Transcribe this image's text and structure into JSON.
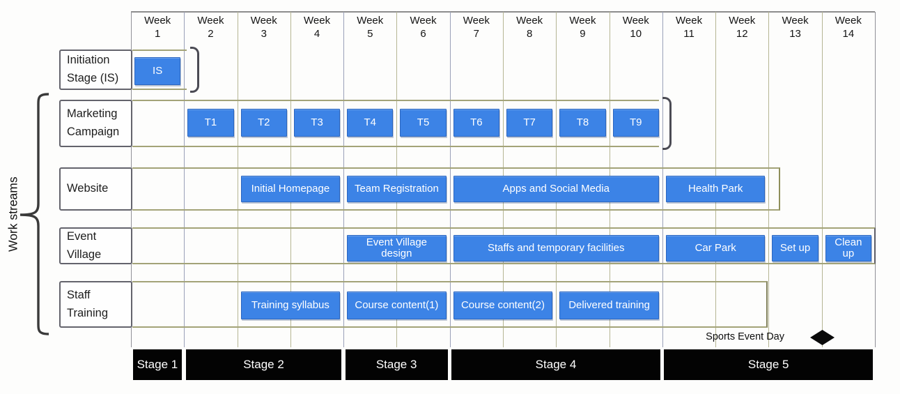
{
  "chart_data": {
    "type": "gantt",
    "title": "",
    "axis_label": "Work streams",
    "week_word": "Week",
    "weeks": [
      "1",
      "2",
      "3",
      "4",
      "5",
      "6",
      "7",
      "8",
      "9",
      "10",
      "11",
      "12",
      "13",
      "14"
    ],
    "rows": [
      {
        "id": "initiation",
        "label": "Initiation Stage (IS)",
        "label_lines": [
          "Initiation",
          "Stage (IS)"
        ]
      },
      {
        "id": "marketing",
        "label": "Marketing Campaign",
        "label_lines": [
          "Marketing",
          "Campaign"
        ]
      },
      {
        "id": "website",
        "label": "Website",
        "label_lines": [
          "Website"
        ]
      },
      {
        "id": "event",
        "label": "Event Village",
        "label_lines": [
          "Event",
          "Village"
        ]
      },
      {
        "id": "staff",
        "label": "Staff Training",
        "label_lines": [
          "Staff",
          "Training"
        ]
      }
    ],
    "bars": [
      {
        "row": "initiation",
        "label": "IS",
        "start": 1,
        "end": 1
      },
      {
        "row": "marketing",
        "label": "T1",
        "start": 2,
        "end": 2
      },
      {
        "row": "marketing",
        "label": "T2",
        "start": 3,
        "end": 3
      },
      {
        "row": "marketing",
        "label": "T3",
        "start": 4,
        "end": 4
      },
      {
        "row": "marketing",
        "label": "T4",
        "start": 5,
        "end": 5
      },
      {
        "row": "marketing",
        "label": "T5",
        "start": 6,
        "end": 6
      },
      {
        "row": "marketing",
        "label": "T6",
        "start": 7,
        "end": 7
      },
      {
        "row": "marketing",
        "label": "T7",
        "start": 8,
        "end": 8
      },
      {
        "row": "marketing",
        "label": "T8",
        "start": 9,
        "end": 9
      },
      {
        "row": "marketing",
        "label": "T9",
        "start": 10,
        "end": 10
      },
      {
        "row": "website",
        "label": "Initial Homepage",
        "start": 3,
        "end": 4
      },
      {
        "row": "website",
        "label": "Team Registration",
        "start": 5,
        "end": 6
      },
      {
        "row": "website",
        "label": "Apps and Social Media",
        "start": 7,
        "end": 10
      },
      {
        "row": "website",
        "label": "Health Park",
        "start": 11,
        "end": 12
      },
      {
        "row": "event",
        "label": "Event Village design",
        "lines": [
          "Event Village",
          "design"
        ],
        "start": 5,
        "end": 6
      },
      {
        "row": "event",
        "label": "Staffs and temporary facilities",
        "start": 7,
        "end": 10
      },
      {
        "row": "event",
        "label": "Car Park",
        "start": 11,
        "end": 12
      },
      {
        "row": "event",
        "label": "Set up",
        "start": 13,
        "end": 13
      },
      {
        "row": "event",
        "label": "Clean up",
        "lines": [
          "Clean",
          "up"
        ],
        "start": 14,
        "end": 14
      },
      {
        "row": "staff",
        "label": "Training syllabus",
        "start": 3,
        "end": 4
      },
      {
        "row": "staff",
        "label": "Course content(1)",
        "start": 5,
        "end": 6
      },
      {
        "row": "staff",
        "label": "Course content(2)",
        "start": 7,
        "end": 8
      },
      {
        "row": "staff",
        "label": "Delivered training",
        "start": 9,
        "end": 10
      }
    ],
    "stages": [
      {
        "label": "Stage 1",
        "start": 1,
        "end": 1
      },
      {
        "label": "Stage 2",
        "start": 2,
        "end": 4
      },
      {
        "label": "Stage 3",
        "start": 5,
        "end": 6
      },
      {
        "label": "Stage 4",
        "start": 7,
        "end": 10
      },
      {
        "label": "Stage 5",
        "start": 11,
        "end": 14
      }
    ],
    "milestone": {
      "label": "Sports Event Day",
      "week_boundary": 13
    }
  },
  "colors": {
    "bar_fill": "#3c83e6",
    "bar_border": "#2b66c0",
    "bar_text": "#ffffff",
    "stage_fill": "#030303",
    "stage_text": "#ffffff",
    "band_line": "#a3a378",
    "label_box_border": "#63636c",
    "gridline_olive": "#b5b593",
    "gridline_gray": "#9aa0b8",
    "milestone_fill": "#0a0a0a"
  }
}
